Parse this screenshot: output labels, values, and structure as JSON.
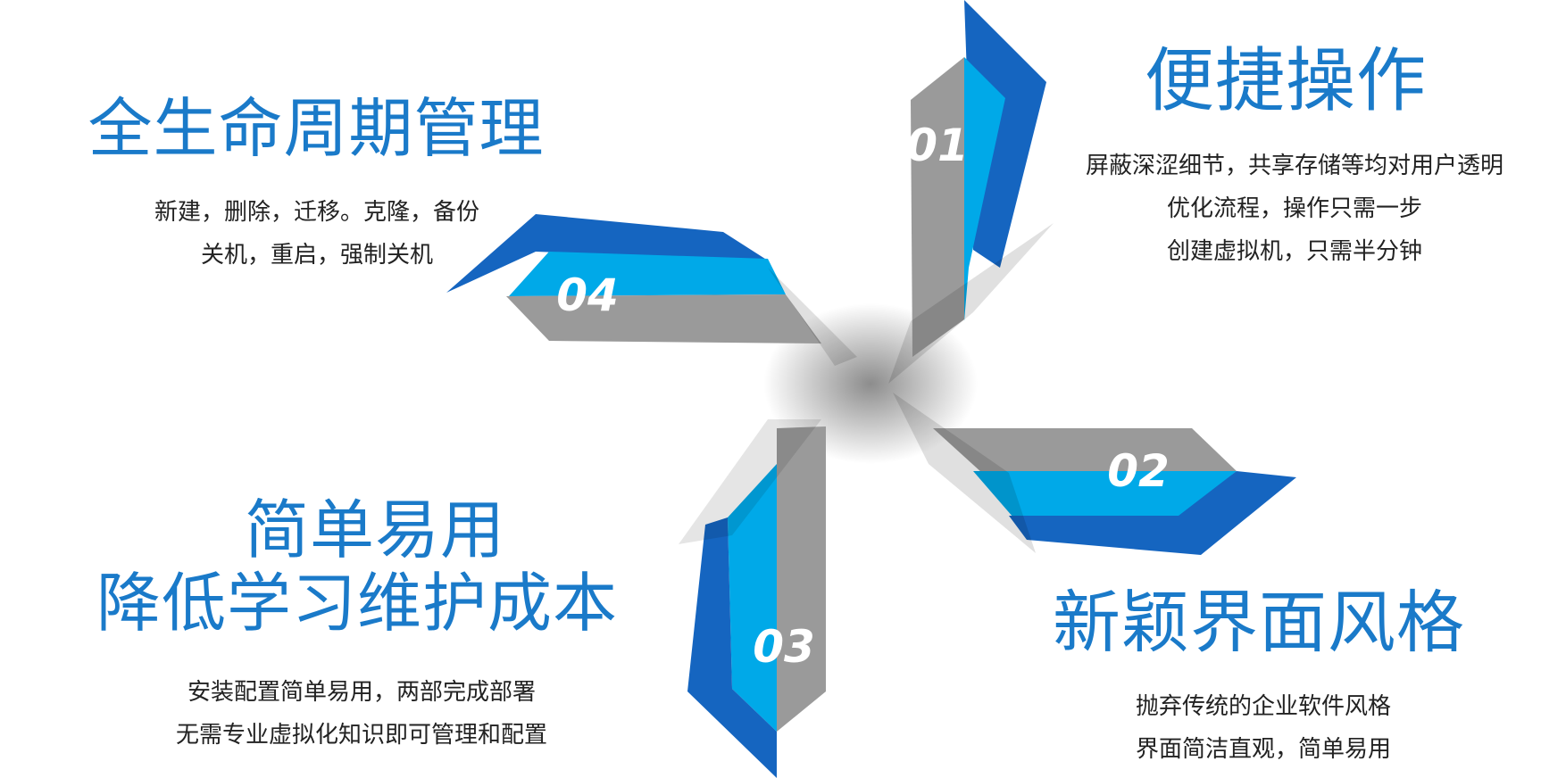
{
  "colors": {
    "dark_blue": "#1565c0",
    "light_blue": "#00a9e8",
    "gray": "#9a9a9a",
    "heading_blue": "#1a7ac9"
  },
  "items": [
    {
      "number": "01",
      "title": "便捷操作",
      "lines": [
        "屏蔽深涩细节，共享存储等均对用户透明",
        "优化流程，操作只需一步",
        "创建虚拟机，只需半分钟"
      ]
    },
    {
      "number": "02",
      "title": "新颖界面风格",
      "lines": [
        "抛弃传统的企业软件风格",
        "界面简洁直观，简单易用"
      ]
    },
    {
      "number": "03",
      "title_line1": "简单易用",
      "title_line2": "降低学习维护成本",
      "lines": [
        "安装配置简单易用，两部完成部署",
        "无需专业虚拟化知识即可管理和配置"
      ]
    },
    {
      "number": "04",
      "title": "全生命周期管理",
      "lines": [
        "新建，删除，迁移。克隆，备份",
        "关机，重启，强制关机"
      ]
    }
  ]
}
